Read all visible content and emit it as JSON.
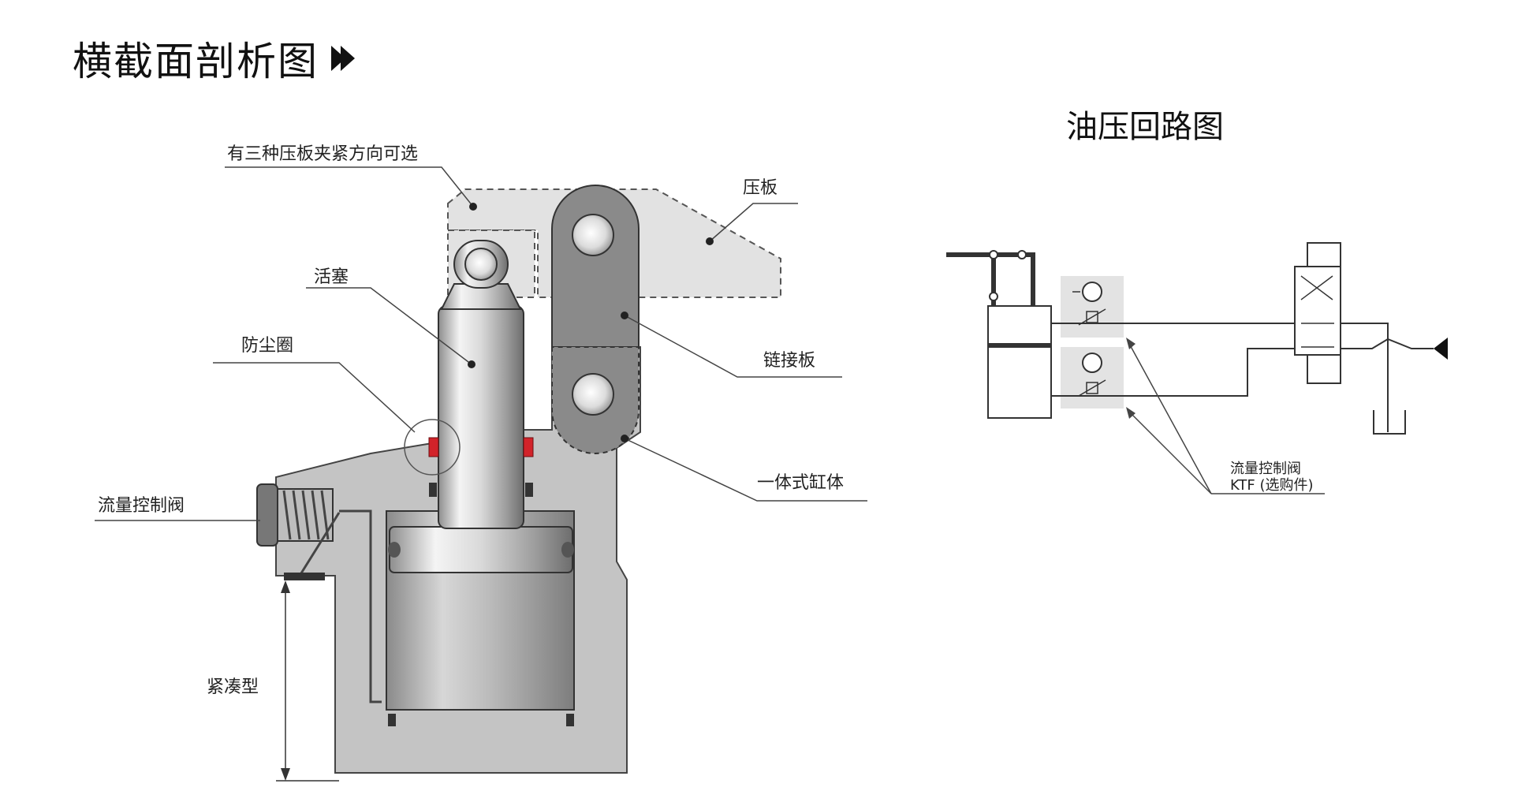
{
  "header": {
    "title": "横截面剖析图",
    "arrow_icon": "double-right-arrow-icon"
  },
  "hydraulic": {
    "title": "油压回路图",
    "valve_label_line1": "流量控制阀",
    "valve_label_line2": "KTF (选购件)"
  },
  "callouts": {
    "clamp_directions": "有三种压板夹紧方向可选",
    "clamp_plate": "压板",
    "piston": "活塞",
    "link_plate": "链接板",
    "dust_seal": "防尘圈",
    "integrated_body": "一体式缸体",
    "flow_valve": "流量控制阀",
    "compact": "紧凑型"
  },
  "colors": {
    "body_gray": "#c5c5c5",
    "dark_gray": "#8a8a8a",
    "seal_red": "#d2232a",
    "valve_box": "#e3e3e3",
    "line": "#333333"
  }
}
